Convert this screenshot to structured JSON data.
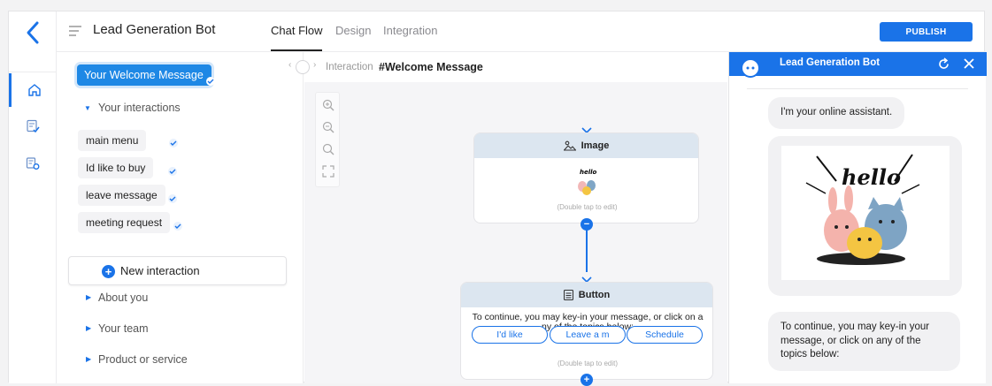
{
  "app": {
    "title": "Lead Generation Bot"
  },
  "tabs": [
    {
      "label": "Chat Flow",
      "active": true
    },
    {
      "label": "Design",
      "active": false
    },
    {
      "label": "Integration",
      "active": false
    }
  ],
  "publish_label": "PUBLISH",
  "rail": {
    "icons": [
      "back-icon",
      "home-icon",
      "checklist-icon",
      "settings-list-icon"
    ]
  },
  "interactions": {
    "welcome": "Your Welcome Message",
    "your_interactions": "Your interactions",
    "items": [
      "main menu",
      "Id like to buy",
      "leave message",
      "meeting request"
    ],
    "new_interaction": "New interaction",
    "sections": [
      "About you",
      "Your team",
      "Product or service"
    ]
  },
  "canvas": {
    "crumb_sub": "Interaction",
    "crumb_main": "#Welcome Message",
    "image_node": {
      "title": "Image",
      "hint": "(Double tap to edit)"
    },
    "button_node": {
      "title": "Button",
      "text": "To continue,  you may key-in your message, or click on a ny of the topics below:",
      "buttons": [
        "I'd like",
        "Leave a m",
        "Schedule"
      ],
      "hint": "(Double tap to edit)"
    }
  },
  "chat": {
    "title": "Lead Generation Bot",
    "msg1": "I'm your online assistant.",
    "image_word": "hello",
    "msg2": "To continue,  you may key-in your message, or click on any of the topics below:"
  },
  "colors": {
    "accent": "#1a73e8",
    "node_header": "#dce6f0",
    "welcome_bg": "#1e88e5"
  }
}
